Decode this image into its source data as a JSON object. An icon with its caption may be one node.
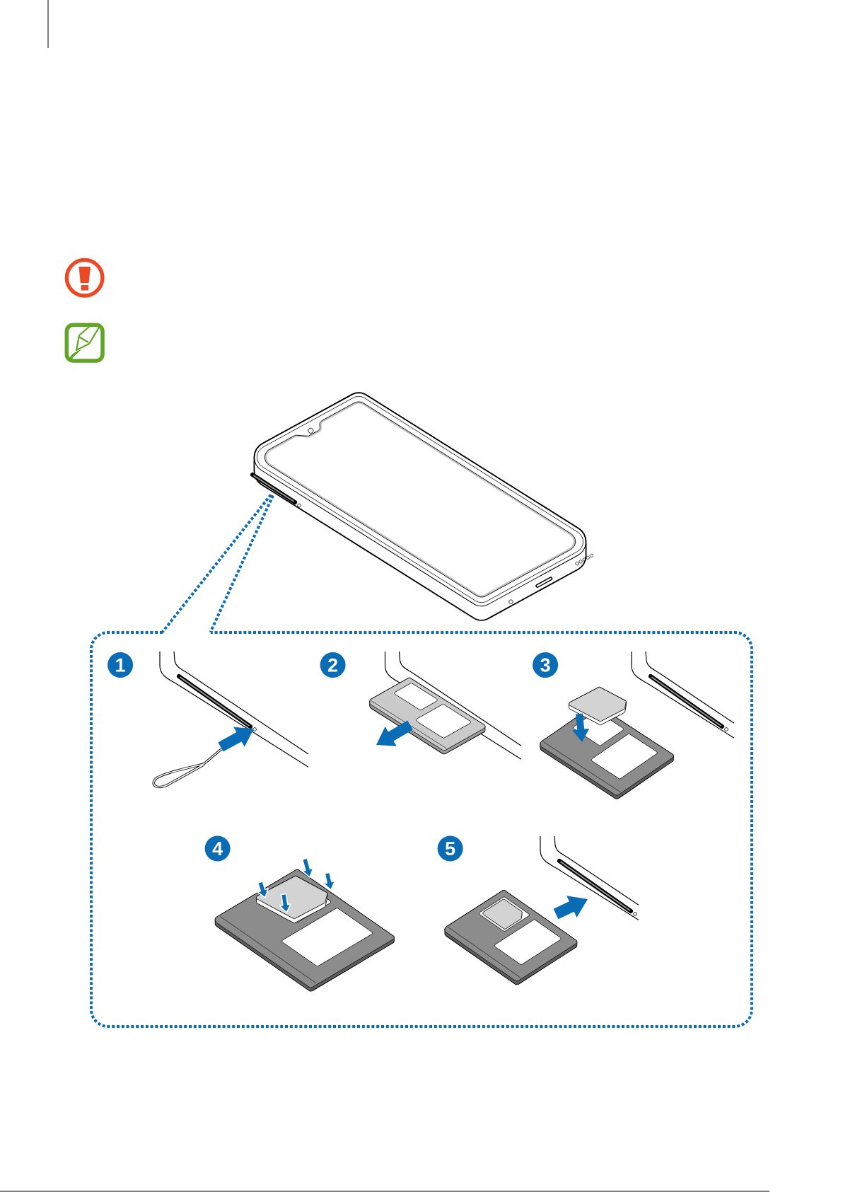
{
  "diagram": {
    "nodes": [
      {
        "text": [],
        "shape": "picture"
      },
      {
        "text": [],
        "shape": "box"
      },
      {
        "text": [
          "1"
        ],
        "in": 1
      },
      {
        "text": [
          "2"
        ],
        "in": 1
      },
      {
        "text": [
          "3"
        ],
        "in": 1
      },
      {
        "text": [
          "4"
        ],
        "in": 1
      },
      {
        "text": [
          "5"
        ],
        "in": 1
      }
    ],
    "edges": [
      {
        "from": 0,
        "to": 1,
        "arrow": "none",
        "style": "dashed"
      },
      {
        "from": 0,
        "to": 1,
        "arrow": "none",
        "style": "dashed"
      }
    ]
  }
}
